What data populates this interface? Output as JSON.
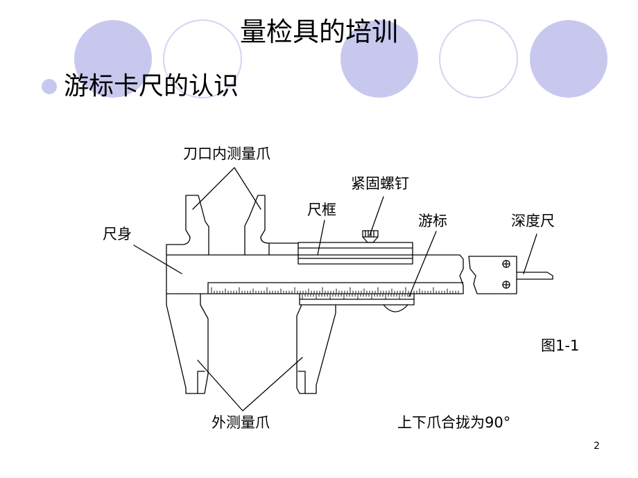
{
  "slide": {
    "title": "量检具的培训",
    "bullet": "游标卡尺的认识",
    "page_number": "2"
  },
  "diagram": {
    "labels": {
      "inner_jaws": "刀口内测量爪",
      "lock_screw": "紧固螺钉",
      "frame": "尺框",
      "vernier": "游标",
      "depth_rod": "深度尺",
      "main_body": "尺身",
      "outer_jaws": "外测量爪",
      "figure_id": "图1-1",
      "note": "上下爪合拢为90°"
    }
  },
  "theme": {
    "accent": "#c8c8ef",
    "ring": "#d4d4f1",
    "ink": "#000000"
  }
}
